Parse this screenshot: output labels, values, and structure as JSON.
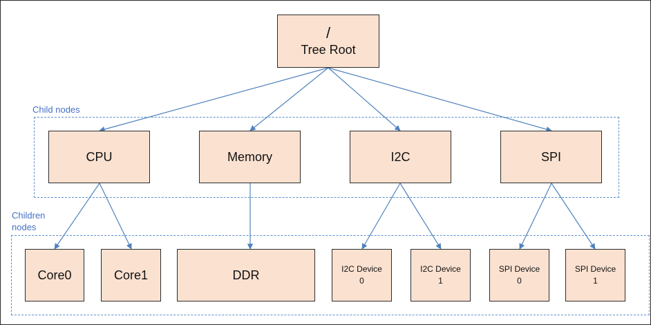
{
  "groups": {
    "child_label": "Child nodes",
    "children_label": "Children\nnodes"
  },
  "nodes": {
    "root": {
      "line1": "/",
      "line2": "Tree Root"
    },
    "cpu": {
      "label": "CPU"
    },
    "memory": {
      "label": "Memory"
    },
    "i2c": {
      "label": "I2C"
    },
    "spi": {
      "label": "SPI"
    },
    "core0": {
      "label": "Core0"
    },
    "core1": {
      "label": "Core1"
    },
    "ddr": {
      "label": "DDR"
    },
    "i2c_dev0": {
      "line1": "I2C Device",
      "line2": "0"
    },
    "i2c_dev1": {
      "line1": "I2C Device",
      "line2": "1"
    },
    "spi_dev0": {
      "line1": "SPI Device",
      "line2": "0"
    },
    "spi_dev1": {
      "line1": "SPI Device",
      "line2": "1"
    }
  },
  "colors": {
    "node_fill": "#fbe1d0",
    "edge": "#4f81bd",
    "group_border": "#5b8fcf",
    "group_label": "#4472c4"
  }
}
